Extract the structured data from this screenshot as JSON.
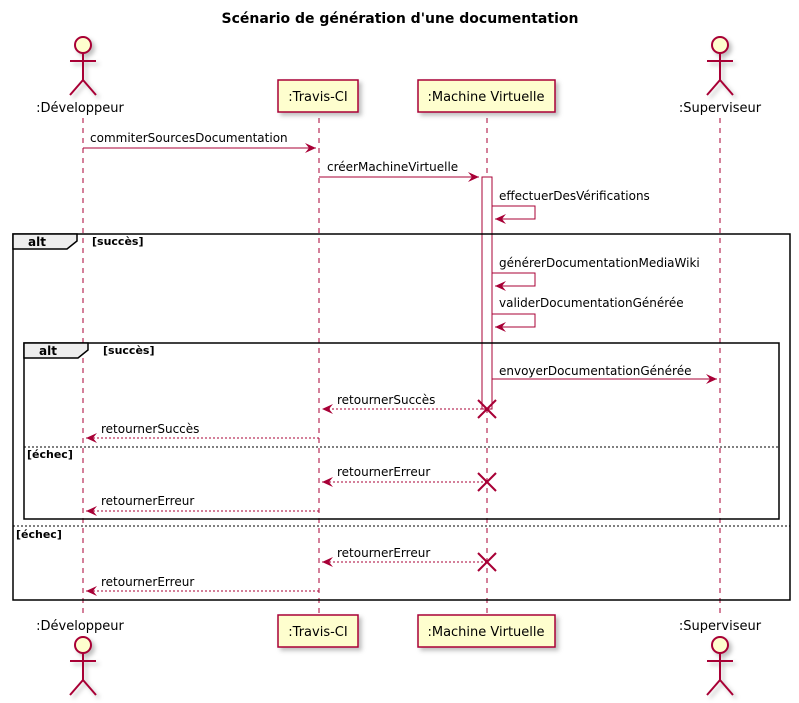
{
  "title": "Scénario de génération d'une documentation",
  "participants": {
    "developpeur": ":Développeur",
    "travis": ":Travis-CI",
    "vm": ":Machine Virtuelle",
    "superviseur": ":Superviseur"
  },
  "messages": {
    "m1": "commiterSourcesDocumentation",
    "m2": "créerMachineVirtuelle",
    "m3": "effectuerDesVérifications",
    "m4": "générerDocumentationMediaWiki",
    "m5": "validerDocumentationGénérée",
    "m6": "envoyerDocumentationGénérée",
    "m7": "retournerSuccès",
    "m8": "retournerSuccès",
    "m9": "retournerErreur",
    "m10": "retournerErreur",
    "m11": "retournerErreur",
    "m12": "retournerErreur"
  },
  "fragments": {
    "outer": {
      "kind": "alt",
      "guard1": "[succès]",
      "guard2": "[échec]"
    },
    "inner": {
      "kind": "alt",
      "guard1": "[succès]",
      "guard2": "[échec]"
    }
  },
  "colors": {
    "line": "#A80036",
    "participant_fill": "#FEFECE",
    "frame": "#000000",
    "frame_tab": "#EEEEEE"
  }
}
